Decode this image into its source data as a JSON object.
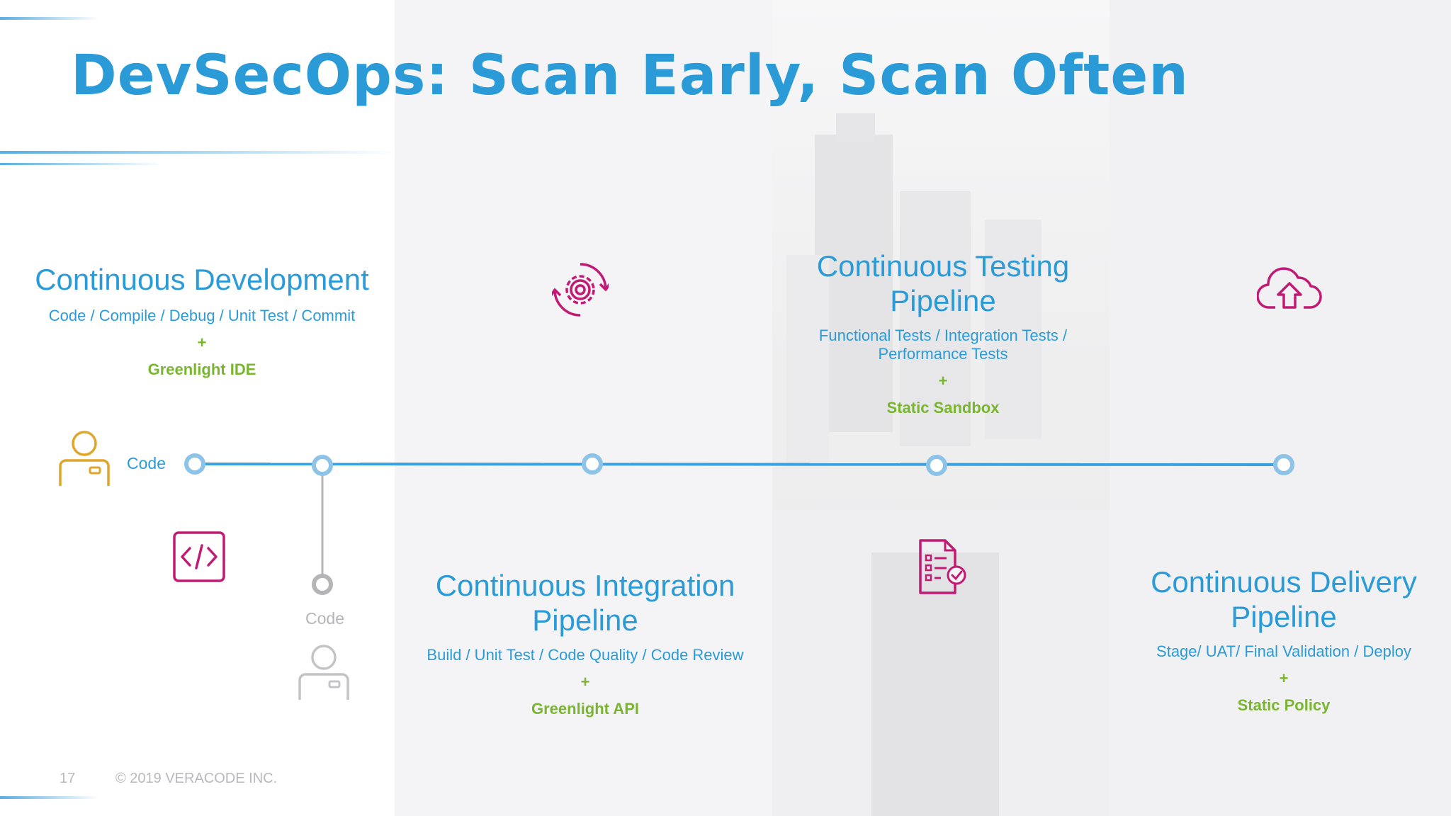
{
  "slide": {
    "title": "DevSecOps: Scan Early, Scan Often",
    "page_number": "17",
    "copyright": "© 2019 VERACODE INC."
  },
  "colors": {
    "blue": "#2b9bd8",
    "green": "#7ab530",
    "magenta": "#c01a74",
    "gold": "#e0a629",
    "gray": "#b9b9bd"
  },
  "stages": {
    "development": {
      "title": "Continuous Development",
      "description": "Code / Compile / Debug / Unit Test / Commit",
      "plus": "+",
      "tool": "Greenlight IDE"
    },
    "integration": {
      "title_line1": "Continuous Integration",
      "title_line2": "Pipeline",
      "description": "Build / Unit Test / Code Quality / Code Review",
      "plus": "+",
      "tool": "Greenlight API"
    },
    "testing": {
      "title_line1": "Continuous Testing",
      "title_line2": "Pipeline",
      "description_line1": "Functional Tests / Integration Tests /",
      "description_line2": "Performance Tests",
      "plus": "+",
      "tool": "Static Sandbox"
    },
    "delivery": {
      "title_line1": "Continuous Delivery",
      "title_line2": "Pipeline",
      "description": "Stage/ UAT/ Final Validation / Deploy",
      "plus": "+",
      "tool": "Static Policy"
    }
  },
  "developers": {
    "primary_code_label": "Code",
    "secondary_code_label": "Code"
  },
  "icons": {
    "primary_developer": "developer-person-icon",
    "secondary_developer": "developer-person-icon",
    "code": "code-brackets-icon",
    "integration": "gear-cycle-icon",
    "testing": "checklist-icon",
    "delivery": "cloud-upload-icon"
  }
}
